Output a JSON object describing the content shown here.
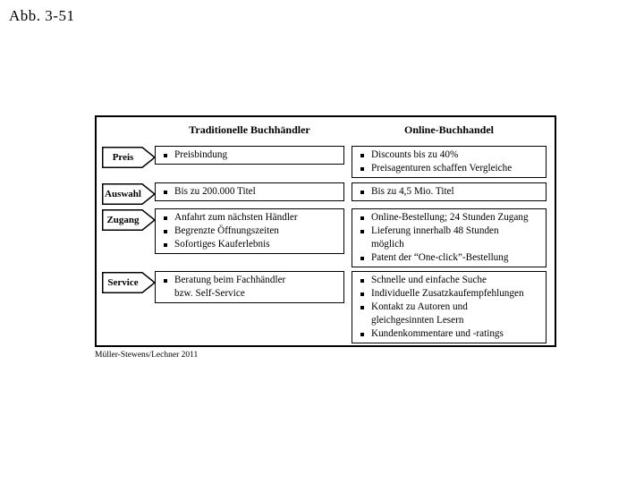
{
  "page": {
    "title": "Abb. 3-51",
    "source": "Müller-Stewens/Lechner 2011"
  },
  "colors": {
    "border": "#000000",
    "background": "#ffffff",
    "text": "#000000"
  },
  "diagram": {
    "columns": [
      "Traditionelle Buchhändler",
      "Online-Buchhandel"
    ],
    "rows": [
      {
        "label": "Preis",
        "traditional": [
          "Preisbindung"
        ],
        "online": [
          "Discounts bis zu 40%",
          "Preisagenturen schaffen Vergleiche"
        ]
      },
      {
        "label": "Auswahl",
        "traditional": [
          "Bis zu 200.000 Titel"
        ],
        "online": [
          "Bis zu 4,5 Mio. Titel"
        ]
      },
      {
        "label": "Zugang",
        "traditional": [
          "Anfahrt zum nächsten Händler",
          "Begrenzte Öffnungszeiten",
          "Sofortiges Kauferlebnis"
        ],
        "online": [
          "Online-Bestellung; 24 Stunden Zugang",
          "Lieferung innerhalb 48 Stunden\nmöglich",
          "Patent der “One-click”-Bestellung"
        ]
      },
      {
        "label": "Service",
        "traditional": [
          "Beratung beim Fachhändler\nbzw. Self-Service"
        ],
        "online": [
          "Schnelle und einfache Suche",
          "Individuelle Zusatzkaufempfehlungen",
          "Kontakt zu Autoren und\ngleichgesinnten Lesern",
          "Kundenkommentare und -ratings"
        ]
      }
    ]
  }
}
